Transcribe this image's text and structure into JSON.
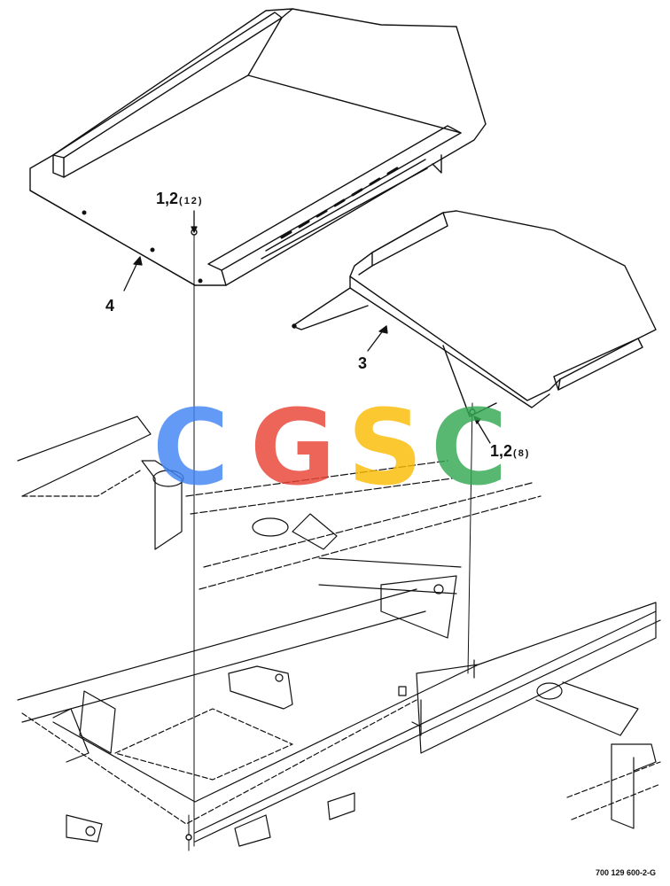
{
  "callouts": {
    "part4": "4",
    "part3": "3",
    "hardware_top": {
      "parts": "1,2",
      "qty": "(12)"
    },
    "hardware_right": {
      "parts": "1,2",
      "qty": "(8)"
    }
  },
  "watermark": {
    "letters": [
      "C",
      "G",
      "S",
      "C"
    ],
    "colors": [
      "#4285F4",
      "#EA4335",
      "#FBBC05",
      "#34A853"
    ]
  },
  "drawing_number": "700 129 600-2-G",
  "colors": {
    "line": "#111111",
    "background": "#ffffff"
  }
}
